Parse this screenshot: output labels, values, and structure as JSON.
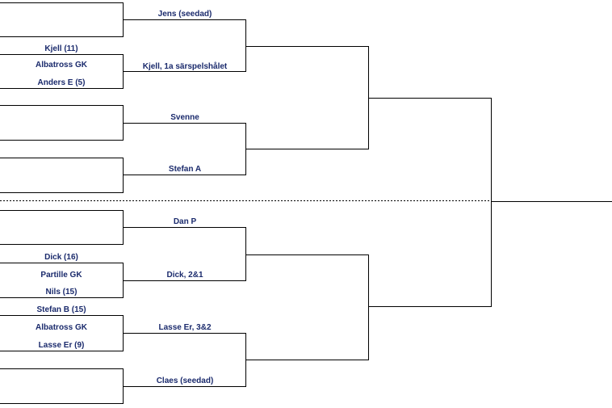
{
  "bracket": {
    "round1": {
      "m1": {
        "top_player": "",
        "club": "",
        "bottom_player": ""
      },
      "m2": {
        "top_player": "Kjell (11)",
        "club": "Albatross GK",
        "bottom_player": "Anders E (5)"
      },
      "m3": {
        "top_player": "",
        "club": "",
        "bottom_player": ""
      },
      "m4": {
        "top_player": "",
        "club": "",
        "bottom_player": ""
      },
      "m5": {
        "top_player": "",
        "club": "",
        "bottom_player": ""
      },
      "m6": {
        "top_player": "Dick (16)",
        "club": "Partille GK",
        "bottom_player": "Nils (15)"
      },
      "m7": {
        "top_player": "Stefan B (15)",
        "club": "Albatross GK",
        "bottom_player": "Lasse Er (9)"
      },
      "m8": {
        "top_player": "",
        "club": "",
        "bottom_player": ""
      }
    },
    "round2": [
      {
        "winner": "Jens (seedad)"
      },
      {
        "winner": "Kjell, 1a särspelshålet"
      },
      {
        "winner": "Svenne"
      },
      {
        "winner": "Stefan A"
      },
      {
        "winner": "Dan P"
      },
      {
        "winner": "Dick, 2&1"
      },
      {
        "winner": "Lasse Er, 3&2"
      },
      {
        "winner": "Claes (seedad)"
      }
    ]
  }
}
